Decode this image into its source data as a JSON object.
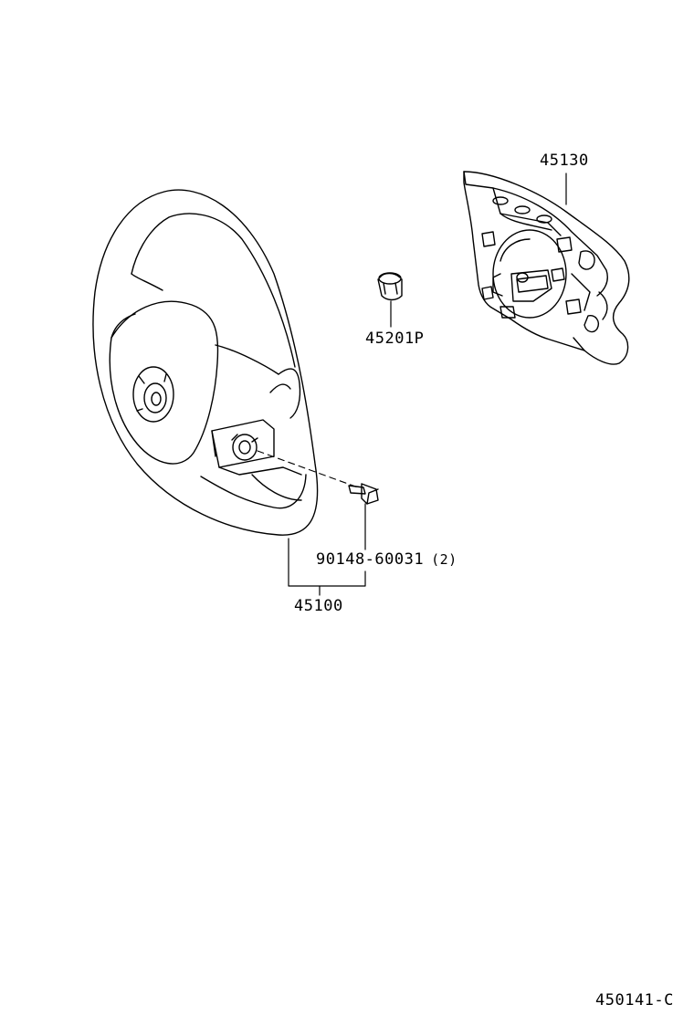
{
  "diagram": {
    "line_color": "#000000",
    "background": "#ffffff",
    "parts": [
      {
        "id": "part-45130",
        "number": "45130",
        "depicts": "steering-wheel-pad-airbag"
      },
      {
        "id": "part-45201p",
        "number": "45201P",
        "depicts": "nut"
      },
      {
        "id": "part-90148",
        "number": "90148-60031",
        "quantity": "(2)",
        "depicts": "screw"
      },
      {
        "id": "part-45100",
        "number": "45100",
        "depicts": "steering-wheel-assembly"
      }
    ],
    "figure_code": "450141-C"
  }
}
